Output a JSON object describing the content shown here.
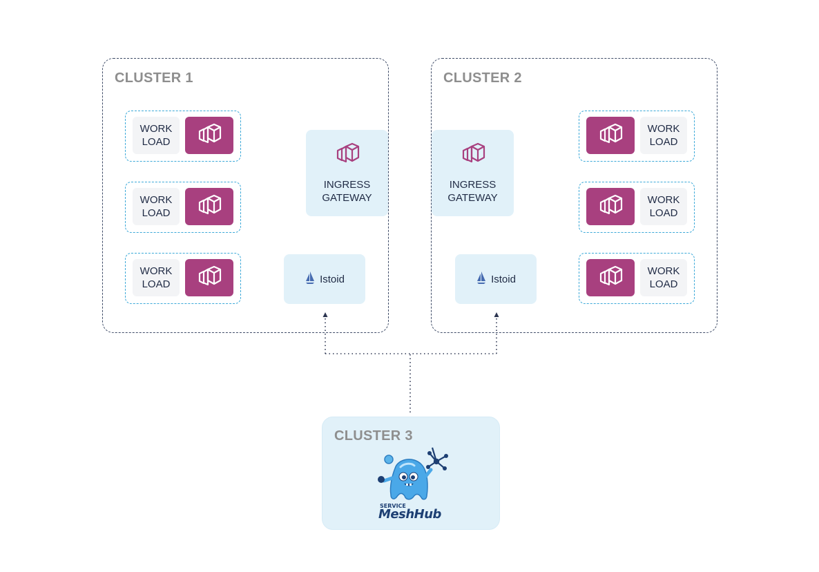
{
  "clusters": [
    {
      "title": "CLUSTER 1"
    },
    {
      "title": "CLUSTER 2"
    },
    {
      "title": "CLUSTER 3"
    }
  ],
  "workload_label": "WORK\nLOAD",
  "gateway_label": "INGRESS\nGATEWAY",
  "istiod_label": "Istoid",
  "logo": {
    "small_text": "SERVICE",
    "brand_text": "MeshHub"
  },
  "colors": {
    "envoy": "#a8407f",
    "panel": "#e1f1f9",
    "cluster_border": "#3d4a66",
    "workload_border": "#3aa8d8",
    "title": "#8e8e8e"
  }
}
